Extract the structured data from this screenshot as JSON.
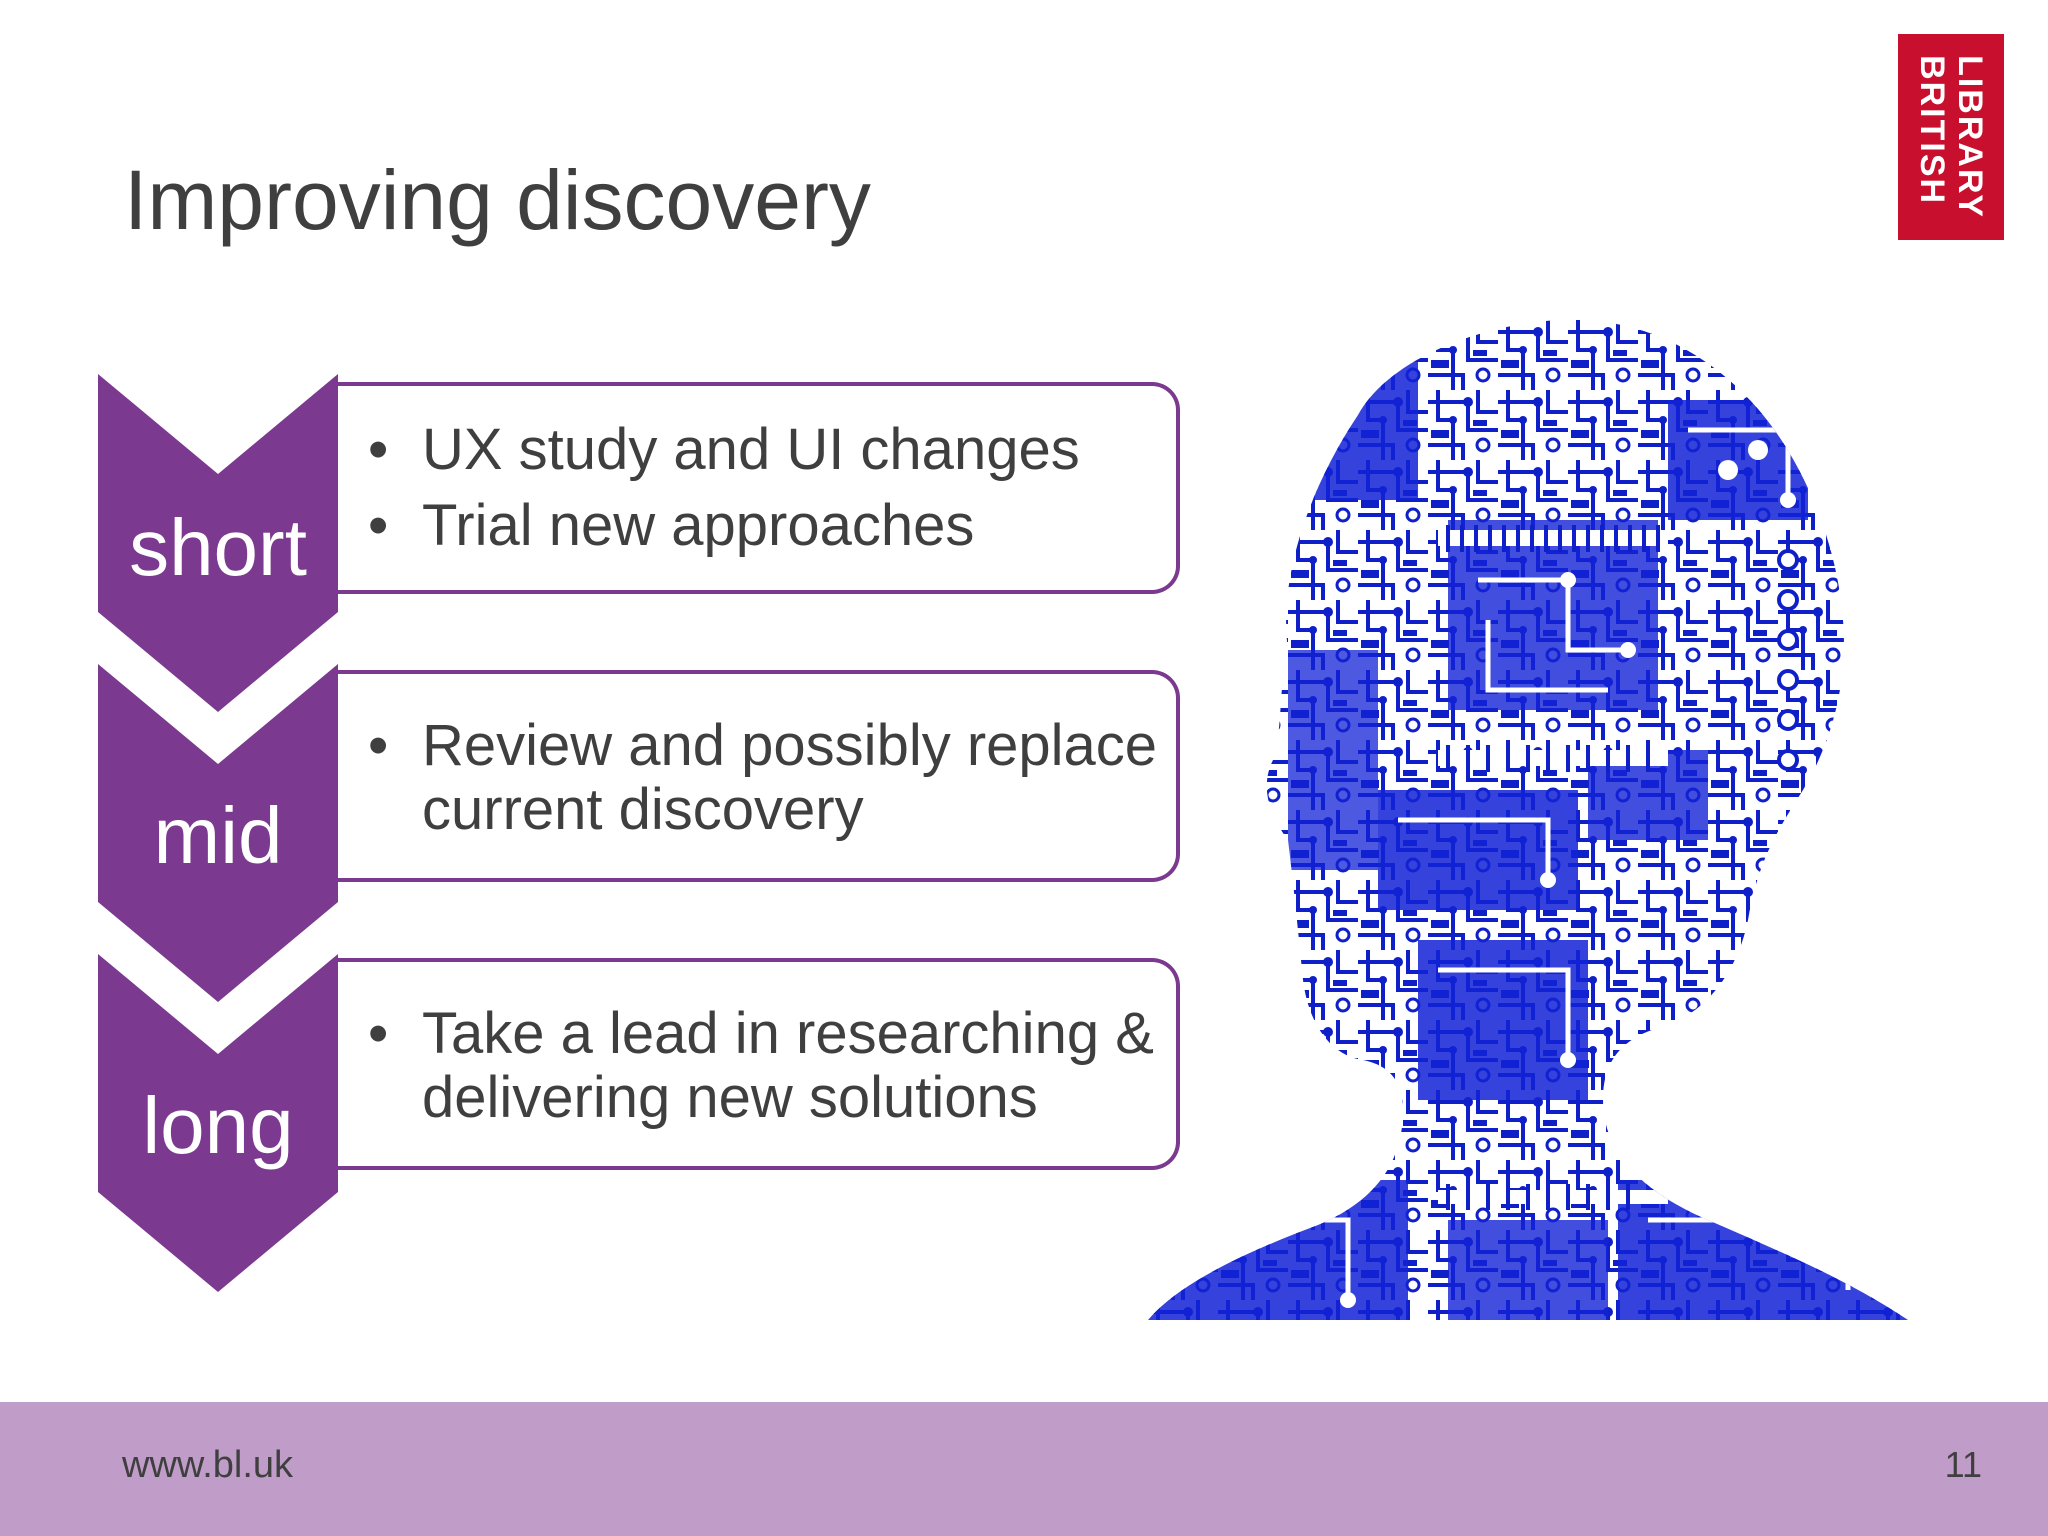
{
  "slide": {
    "title": "Improving discovery",
    "logo": {
      "line1": "LIBRARY",
      "line2": "BRITISH"
    }
  },
  "stages": [
    {
      "label": "short",
      "bullets": [
        "UX study and UI changes",
        "Trial new approaches"
      ]
    },
    {
      "label": "mid",
      "bullets": [
        "Review and possibly replace current discovery"
      ]
    },
    {
      "label": "long",
      "bullets": [
        "Take a lead in researching & delivering new solutions"
      ]
    }
  ],
  "footer": {
    "url": "www.bl.uk",
    "page_number": "11"
  },
  "colors": {
    "accent_purple": "#7b3a8f",
    "footer_band": "#c09cc8",
    "logo_red": "#c8102e",
    "circuit_blue": "#1020c8"
  },
  "image": {
    "icon": "circuit-board-head-silhouette"
  }
}
